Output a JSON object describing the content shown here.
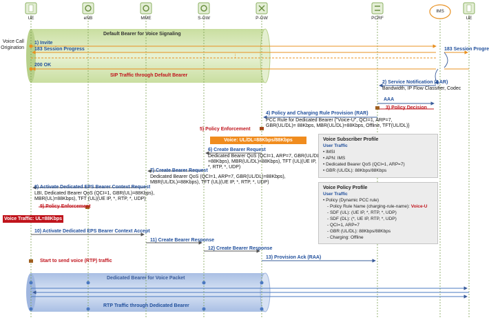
{
  "nodes": [
    {
      "id": "ue1",
      "label": "UE",
      "kind": "phone"
    },
    {
      "id": "enb",
      "label": "eNB",
      "kind": "gear"
    },
    {
      "id": "mme",
      "label": "MME",
      "kind": "gear"
    },
    {
      "id": "sgw",
      "label": "S-GW",
      "kind": "gear"
    },
    {
      "id": "pgw",
      "label": "P-GW",
      "kind": "gear"
    },
    {
      "id": "pcrf",
      "label": "PCRF",
      "kind": "gear"
    },
    {
      "id": "ims",
      "label": "IMS",
      "kind": "circle"
    },
    {
      "id": "ue2",
      "label": "UE",
      "kind": "phone"
    }
  ],
  "bands": {
    "default_title": "Default Bearer for Voice Signaling",
    "default_sub": "SIP Traffic through Default Bearer",
    "dedicated_title": "Dedicated Bearer for Voice Packet",
    "dedicated_sub": "RTP Traffic through Dedicated Bearer"
  },
  "call_origination": "Voice Call Origination",
  "messages": {
    "invite": "1) Invite",
    "progress_left": "183 Session Progress",
    "progress_right": "183 Session Progress",
    "ok": "200 OK",
    "dots": "⋮",
    "m2": "2) Service Notification (AAR)",
    "m2_detail": "Bandwidth, IP Flow Classifier, Codec",
    "aaa": "AAA",
    "m3": "3) Policy Decision",
    "m4": "4) Policy and Charging Rule Provision (RAR)",
    "m4_d1": "PCC Rule for Dedicated Bearer {\"Voice-U\", QCI=1, ARP=7,",
    "m4_d2": "GBR(UL/DL)= 88Kbps, MBR(UL/DL)=88Kbps, Offline, TFT(UL/DL)}",
    "m5": "5) Policy Enforcement",
    "voice_badge": "Voice: UL/DL=88Kbps/88Kbps",
    "m6": "6) Create Bearer Request",
    "m6_d1": "Dedicated Bearer QoS (QCI=1, ARP=7, GBR(UL/DL)",
    "m6_d2": "=88Kbps),  MBR(UL/DL)=88Kbps), TFT (UL|(UE IP,",
    "m6_d3": "*, RTP, *, UDP)",
    "m7": "7) Create Bearer Request",
    "m7_d1": "Dedicated Bearer QoS (QCI=1, ARP=7, GBR(UL/DL)=88Kbps),",
    "m7_d2": "MBR(UL/DL)=88Kbps), TFT (UL|(UE IP, *, RTP, *, UDP)",
    "m8": "8) Activate Dedicated EPS Bearer Context Request",
    "m8_d1": "LBI, Dedicated Bearer QoS (QCI=1, GBR(UL)=88Kbps),",
    "m8_d2": "MBR(UL)=88Kbps), TFT (UL|(UE IP, *, RTP, *, UDP)",
    "m9": "9) Policy Enforcement",
    "traffic_badge": "Voice Traffic: UL=88Kbps",
    "m10": "10) Activate Dedicated EPS Bearer Context Accept",
    "m11": "11) Create Bearer Response",
    "m12": "12) Create Bearer Response",
    "m13": "13) Provision Ack (RAA)",
    "start_rtp": "Start to send voice (RTP) traffic"
  },
  "subscriber_profile": {
    "title": "Voice Subscriber Profile",
    "sub": "User Traffic",
    "lines": [
      "• IMSI",
      "• APN: IMS",
      "• Dedicated Bearer QoS (QCI=1, ARP=7)",
      "• GBR (UL/DL): 88Kbps/88Kbps"
    ]
  },
  "policy_profile": {
    "title": "Voice Policy Profile",
    "sub": "User Traffic",
    "l1": "• Policy (Dynamic PCC rule)",
    "l2_prefix": "- Policy Rule Name (charging-rule-name): ",
    "l2_value": "Voice-U",
    "lines": [
      "- SDF (UL): (UE IP, *, RTP, *, UDP)",
      "- SDF (DL): (*, UE IP, RTP, *, UDP)",
      "- QCI=1, ARP=7",
      "- GBR (UL/DL): 88Kbps/88Kbps",
      "- Charging: Offline"
    ]
  },
  "colors": {
    "orange": "#f0a030",
    "blue_arrow": "#4a78c0",
    "red": "#c0141c",
    "green_band": "#d7e8b0",
    "blue_band": "#b9cbe8",
    "lifeline": "#90b060"
  }
}
